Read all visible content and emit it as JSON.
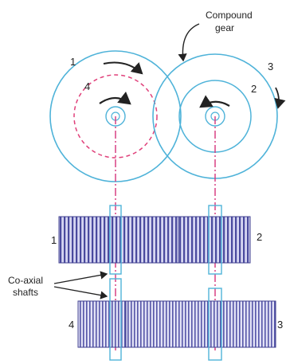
{
  "labels": {
    "gear_1": "1",
    "gear_2": "2",
    "gear_3": "3",
    "gear_4": "4",
    "compound_gear_line1": "Compound",
    "compound_gear_line2": "gear",
    "coaxial_shafts_line1": "Co-axial",
    "coaxial_shafts_line2": "shafts",
    "side_view_1": "1",
    "side_view_2": "2",
    "side_view_3": "3",
    "side_view_4": "4"
  },
  "colors": {
    "gear_outline": "#4fb3d9",
    "hidden_gear_dashed": "#e0407a",
    "shaft_centerline": "#d6347a",
    "gear_teeth": "#5a5aa8",
    "gear_body": "#c9c9ef",
    "arrow": "#222222"
  },
  "icons": {
    "rotation_arrow": "curved-arrow-icon",
    "leader_arrow": "arrow-icon"
  }
}
